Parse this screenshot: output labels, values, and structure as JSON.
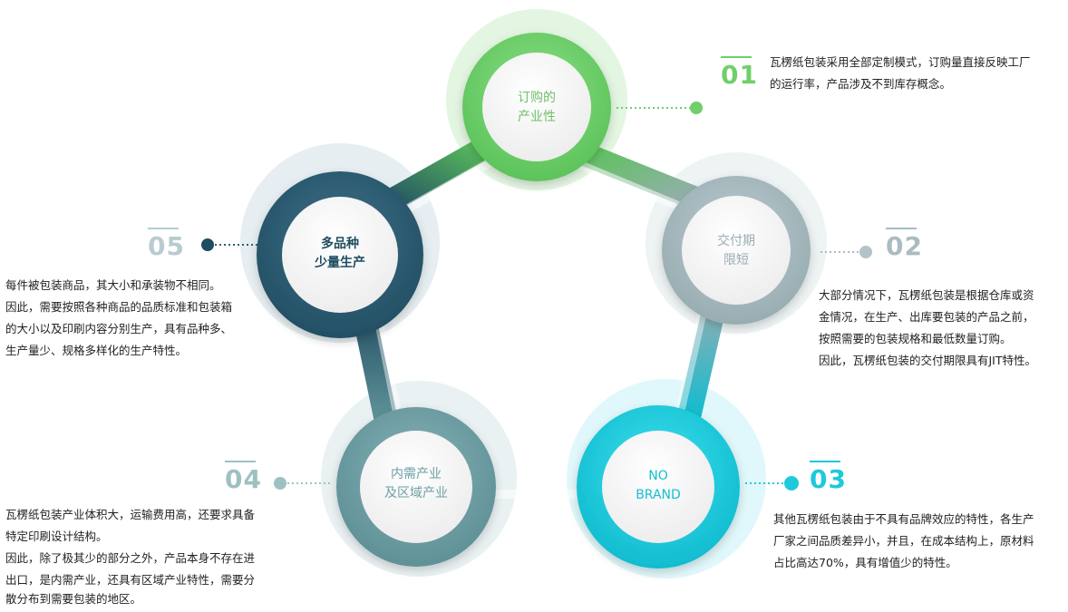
{
  "colors": {
    "step1": "#6fcf6a",
    "step2": "#a9bcc1",
    "step3": "#1ec9dc",
    "step4": "#6e9ea4",
    "step5": "#2d5d73"
  },
  "steps": [
    {
      "num": "01",
      "label": [
        "订购的",
        "产业性"
      ],
      "desc": [
        "瓦楞纸包装采用全部定制模式，订购量直接反映工厂",
        "的运行率，产品涉及不到库存概念。"
      ]
    },
    {
      "num": "02",
      "label": [
        "交付期",
        "限短"
      ],
      "desc": [
        "大部分情况下，瓦楞纸包装是根据仓库或资",
        "金情况，在生产、出库要包装的产品之前，",
        "按照需要的包装规格和最低数量订购。",
        "因此，瓦楞纸包装的交付期限具有JIT特性。"
      ]
    },
    {
      "num": "03",
      "label": [
        "NO",
        "BRAND"
      ],
      "desc": [
        "其他瓦楞纸包装由于不具有品牌效应的特性，各生产",
        "厂家之间品质差异小，并且，在成本结构上，原材料",
        "占比高达70%，具有增值少的特性。"
      ]
    },
    {
      "num": "04",
      "label": [
        "内需产业",
        "及区域产业"
      ],
      "desc": [
        "瓦楞纸包装产业体积大，运输费用高，还要求具备",
        "特定印刷设计结构。",
        "因此，除了极其少的部分之外，产品本身不存在进",
        "出口，是内需产业，还具有区域产业特性，需要分",
        "散分布到需要包装的地区。"
      ]
    },
    {
      "num": "05",
      "label": [
        "多品种",
        "少量生产"
      ],
      "desc": [
        "每件被包装商品，其大小和承装物不相同。",
        "因此，需要按照各种商品的品质标准和包装箱",
        "的大小以及印刷内容分别生产，具有品种多、",
        "生产量少、规格多样化的生产特性。"
      ]
    }
  ]
}
